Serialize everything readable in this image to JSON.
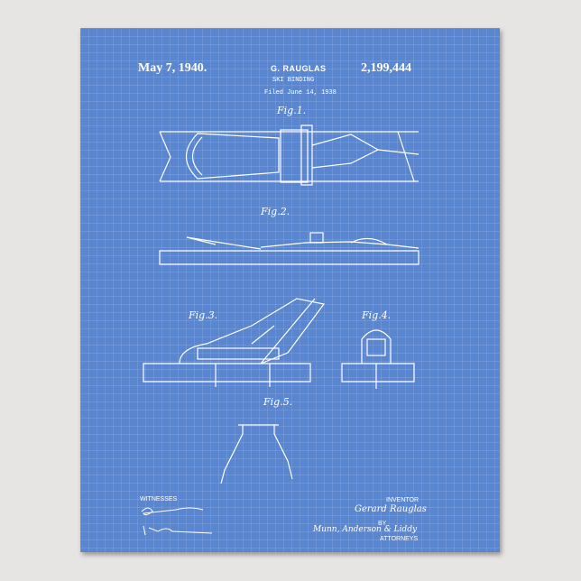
{
  "header": {
    "date": "May 7, 1940.",
    "inventor_name": "G. RAUGLAS",
    "patent_number": "2,199,444",
    "title": "SKI BINDING",
    "filed": "Filed June 14, 1938"
  },
  "figures": [
    "Fig.1.",
    "Fig.2.",
    "Fig.3.",
    "Fig.4.",
    "Fig.5."
  ],
  "footer": {
    "witnesses_label": "WITNESSES",
    "inventor_label": "INVENTOR",
    "inventor_signature": "Gerard Rauglas",
    "by_label": "BY",
    "attorneys_signature": "Munn, Anderson & Liddy",
    "attorneys_label": "ATTORNEYS"
  },
  "colors": {
    "paper": "#5a86cf",
    "lines": "#ffffff",
    "wall": "#e7e5e4"
  }
}
